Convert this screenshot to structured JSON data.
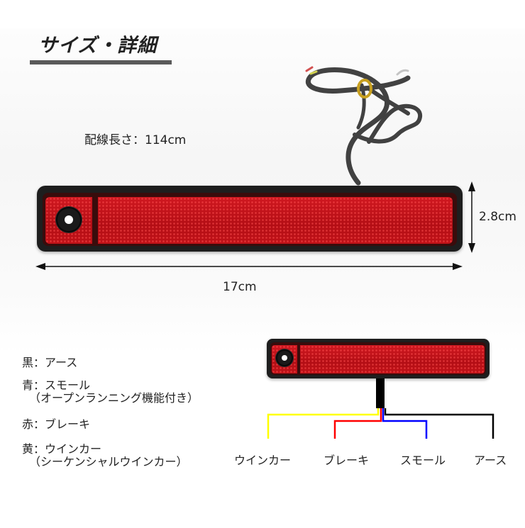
{
  "header": {
    "title": "サイズ・詳細"
  },
  "dimensions": {
    "cable_length": "配線長さ：114cm",
    "height": "2.8cm",
    "width": "17cm"
  },
  "wire_legend": [
    {
      "color_name": "黒",
      "label": "黒：アース",
      "note": ""
    },
    {
      "color_name": "青",
      "label": "青：スモール",
      "note": "（オープンランニング機能付き）"
    },
    {
      "color_name": "赤",
      "label": "赤：ブレーキ",
      "note": ""
    },
    {
      "color_name": "黄",
      "label": "黄：ウインカー",
      "note": "（シーケンシャルウインカー）"
    }
  ],
  "wiring_diagram": {
    "wires": [
      {
        "label": "ウインカー",
        "color": "#ffff00"
      },
      {
        "label": "ブレーキ",
        "color": "#ff0000"
      },
      {
        "label": "スモール",
        "color": "#0000ff"
      },
      {
        "label": "アース",
        "color": "#000000"
      }
    ]
  },
  "colors": {
    "title_underline": "#5a5a5a",
    "reflector_red": "#c1121a",
    "housing_black": "#1e1e1e"
  }
}
